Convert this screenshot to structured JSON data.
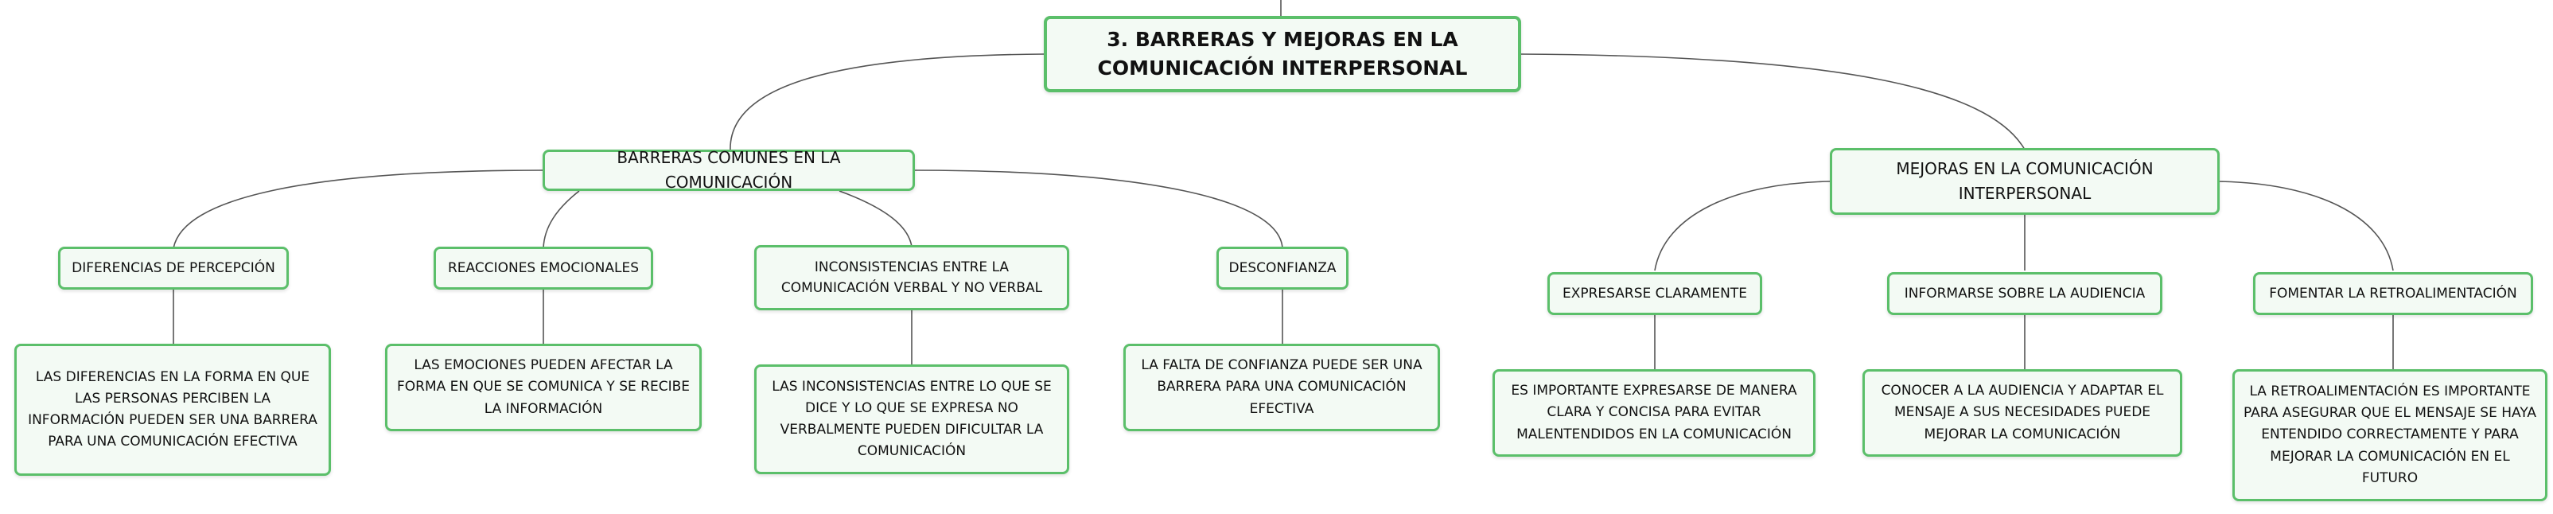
{
  "map": {
    "root": "3. BARRERAS Y MEJORAS EN LA COMUNICACIÓN INTERPERSONAL",
    "barreras": {
      "title": "BARRERAS COMUNES EN LA COMUNICACIÓN",
      "items": [
        {
          "label": "DIFERENCIAS DE PERCEPCIÓN",
          "detail": "LAS DIFERENCIAS EN LA FORMA EN QUE LAS PERSONAS PERCIBEN LA INFORMACIÓN PUEDEN SER UNA BARRERA PARA UNA COMUNICACIÓN EFECTIVA"
        },
        {
          "label": "REACCIONES EMOCIONALES",
          "detail": "LAS EMOCIONES PUEDEN AFECTAR LA FORMA EN QUE SE COMUNICA Y SE RECIBE LA INFORMACIÓN"
        },
        {
          "label": "INCONSISTENCIAS ENTRE LA COMUNICACIÓN VERBAL Y NO VERBAL",
          "detail": "LAS INCONSISTENCIAS ENTRE LO QUE SE DICE Y LO QUE SE EXPRESA NO VERBALMENTE PUEDEN DIFICULTAR LA COMUNICACIÓN"
        },
        {
          "label": "DESCONFIANZA",
          "detail": "LA FALTA DE CONFIANZA PUEDE SER UNA BARRERA PARA UNA COMUNICACIÓN EFECTIVA"
        }
      ]
    },
    "mejoras": {
      "title": "MEJORAS EN LA COMUNICACIÓN INTERPERSONAL",
      "items": [
        {
          "label": "EXPRESARSE CLARAMENTE",
          "detail": "ES IMPORTANTE EXPRESARSE DE MANERA CLARA Y CONCISA PARA EVITAR MALENTENDIDOS EN LA COMUNICACIÓN"
        },
        {
          "label": "INFORMARSE SOBRE LA AUDIENCIA",
          "detail": "CONOCER A LA AUDIENCIA Y ADAPTAR EL MENSAJE A SUS NECESIDADES PUEDE MEJORAR LA COMUNICACIÓN"
        },
        {
          "label": "FOMENTAR LA RETROALIMENTACIÓN",
          "detail": "LA RETROALIMENTACIÓN ES IMPORTANTE PARA ASEGURAR QUE EL MENSAJE SE HAYA ENTENDIDO CORRECTAMENTE Y PARA MEJORAR LA COMUNICACIÓN EN EL FUTURO"
        }
      ]
    }
  },
  "colors": {
    "border": "#5bbf6a",
    "fill": "#f3faf4",
    "line": "#555555"
  }
}
